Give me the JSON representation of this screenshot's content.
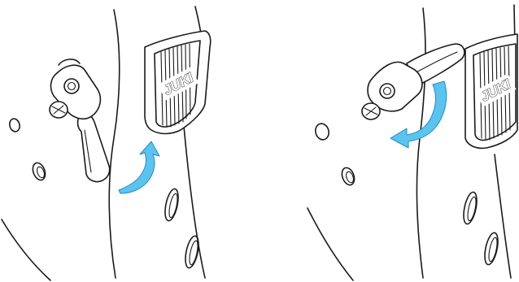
{
  "figure": {
    "panels": [
      {
        "brand_logo_text": "JUKI",
        "arrow_color": "#5cc3ef",
        "action": "lever-raise"
      },
      {
        "brand_logo_text": "JUKI",
        "arrow_color": "#5cc3ef",
        "action": "lever-lower"
      }
    ],
    "colors": {
      "line": "#1a1a1a",
      "arrow_fill": "#5cc3ef",
      "arrow_stroke": "#1d8fc4",
      "background": "#ffffff"
    }
  }
}
